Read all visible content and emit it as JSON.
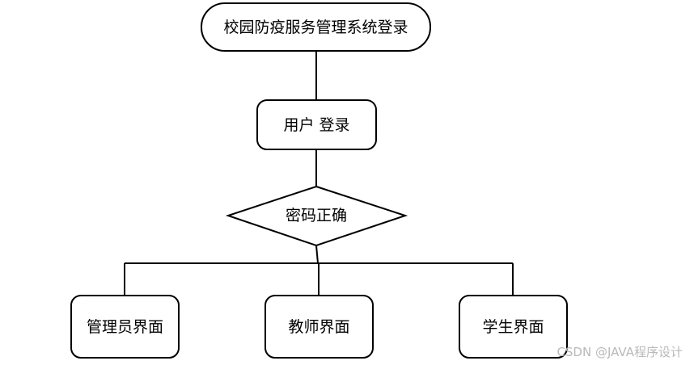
{
  "diagram": {
    "start_node": "校园防疫服务管理系统登录",
    "login_node": "用户 登录",
    "decision_node": "密码正确",
    "branches": [
      "管理员界面",
      "教师界面",
      "学生界面"
    ]
  },
  "watermark": "CSDN @JAVA程序设计",
  "colors": {
    "stroke": "#000000",
    "background": "#ffffff",
    "watermark": "#b9b9b9"
  }
}
